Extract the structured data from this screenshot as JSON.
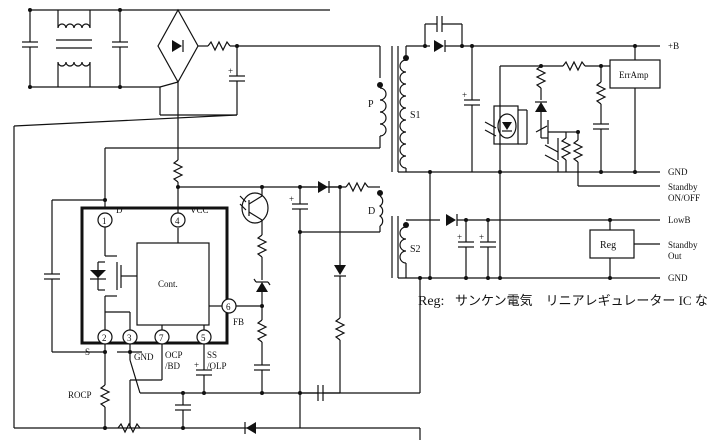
{
  "labels": {
    "d": "D",
    "vcc": "VCC",
    "s": "S",
    "gnd_ic": "GND",
    "ocp": "OCP",
    "bd": "/BD",
    "ss": "SS",
    "olp": "/OLP",
    "fb": "FB",
    "rocp": "ROCP",
    "cont": "Cont.",
    "p": "P",
    "d_winding": "D",
    "s1": "S1",
    "s2": "S2",
    "plus_b": "+B",
    "gnd1": "GND",
    "gnd2": "GND",
    "lowb": "LowB",
    "standby1": "Standby",
    "onoff": "ON/OFF",
    "standby2": "Standby",
    "out": "Out",
    "erramp": "ErrAmp",
    "reg": "Reg"
  },
  "pins": [
    "1",
    "2",
    "3",
    "4",
    "5",
    "6",
    "7"
  ],
  "note": {
    "prefix": "Reg:",
    "text": "サンケン電気　リニアレギュレーター IC など"
  }
}
